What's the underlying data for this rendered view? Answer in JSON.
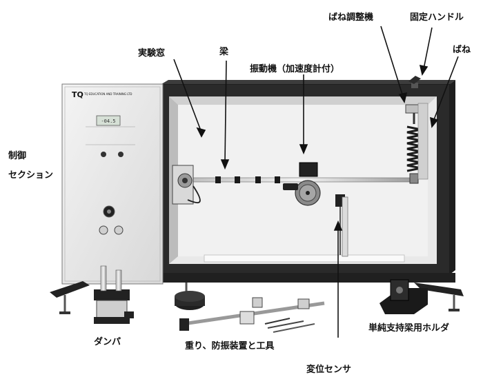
{
  "figure": {
    "panel_brand": "TQ",
    "panel_caption": "TQ EDUCATION AND TRAINING LTD",
    "labels": {
      "jikken_mado": "実験窓",
      "hari": "梁",
      "shindoki": "振動機（加速度計付）",
      "bane_chouseiki": "ばね調整機",
      "kotei_handoru": "固定ハンドル",
      "bane": "ばね",
      "seigyo_line1": "制御",
      "seigyo_line2": "セクション",
      "danpa": "ダンパ",
      "omori": "重り、防振装置と工具",
      "henni_sensa": "変位センサ",
      "tanjun_shiji": "単純支持梁用ホルダ"
    }
  }
}
